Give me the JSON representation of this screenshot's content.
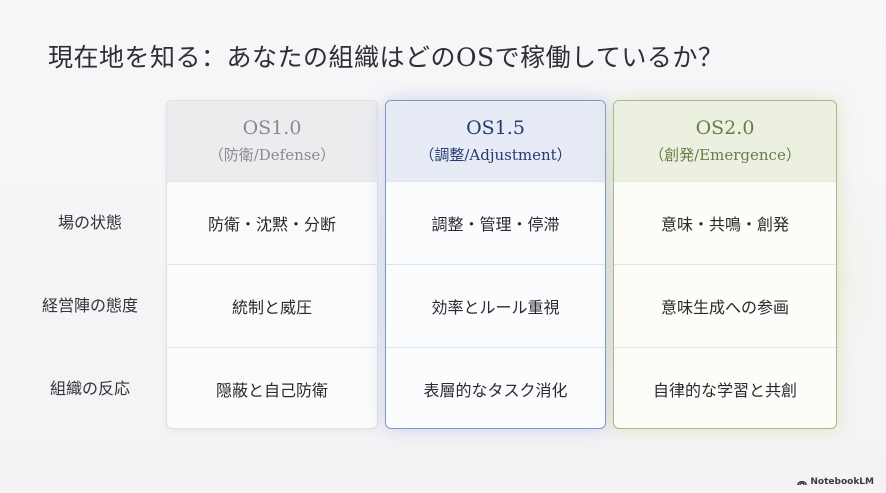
{
  "title": "現在地を知る：あなたの組織はどのOSで稼働しているか？",
  "row_labels": [
    "場の状態",
    "経営陣の態度",
    "組織の反応"
  ],
  "columns": [
    {
      "name": "OS1.0",
      "subtitle": "（防衛/Defense）",
      "cells": [
        "防衛・沈黙・分断",
        "統制と威圧",
        "隠蔽と自己防衛"
      ]
    },
    {
      "name": "OS1.5",
      "subtitle": "（調整/Adjustment）",
      "cells": [
        "調整・管理・停滞",
        "効率とルール重視",
        "表層的なタスク消化"
      ]
    },
    {
      "name": "OS2.0",
      "subtitle": "（創発/Emergence）",
      "cells": [
        "意味・共鳴・創発",
        "意味生成への参画",
        "自律的な学習と共創"
      ]
    }
  ],
  "colors": {
    "os1_accent": "#8a8a90",
    "os15_accent": "#263a72",
    "os2_accent": "#6d7b47"
  },
  "watermark": {
    "icon": "notebooklm-logo-icon",
    "text": "NotebookLM"
  }
}
